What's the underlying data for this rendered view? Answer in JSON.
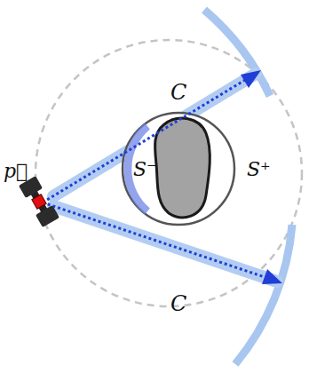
{
  "diagram": {
    "labels": [
      "p⃗",
      "S⁻",
      "S⁺",
      "C",
      "C"
    ]
  }
}
